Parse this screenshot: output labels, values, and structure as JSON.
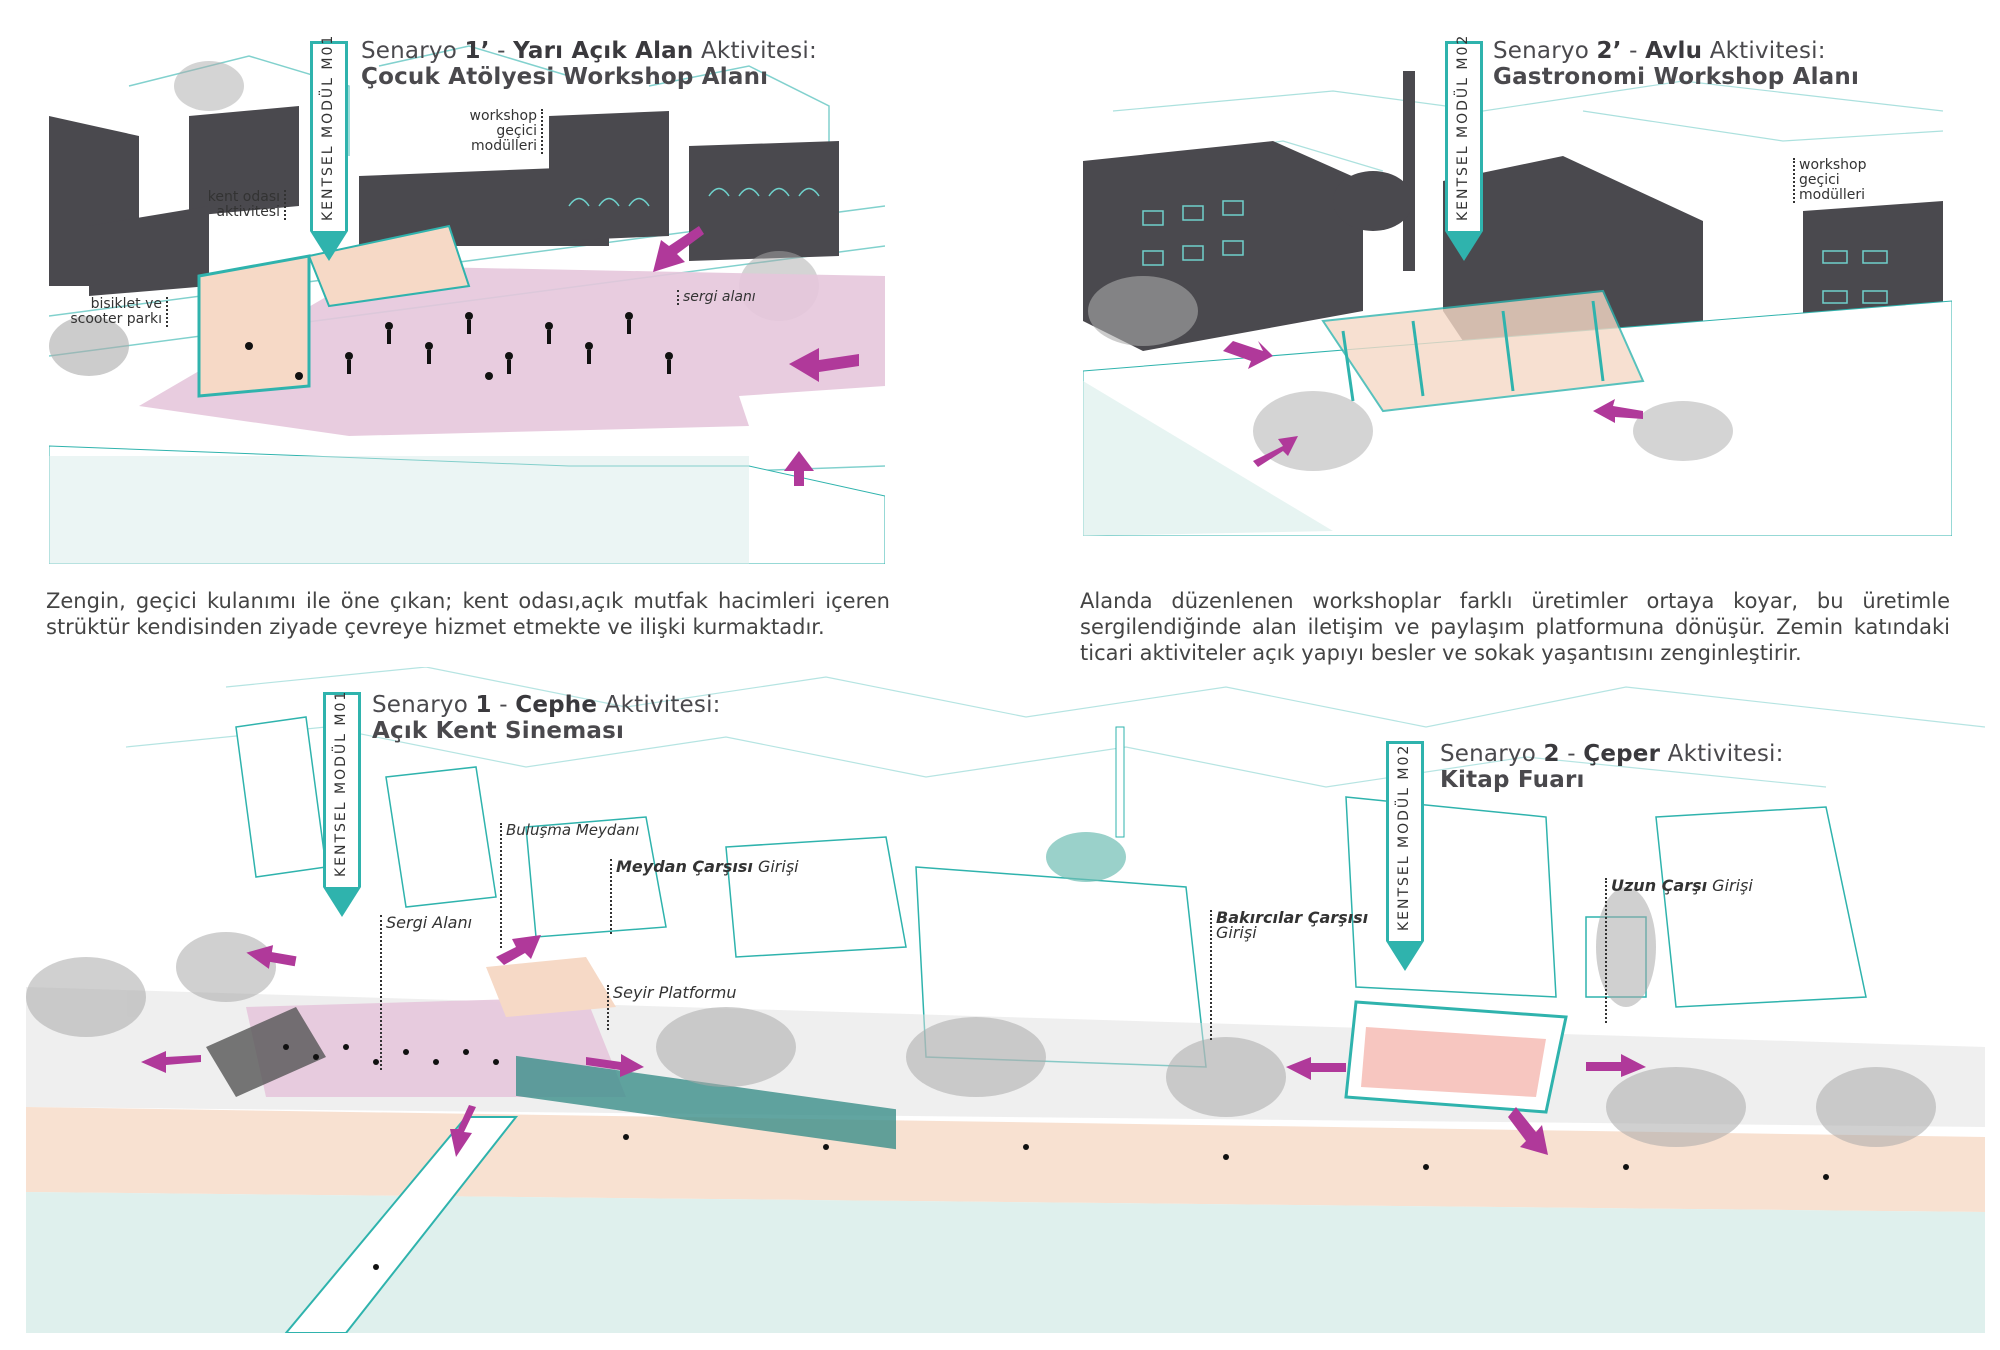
{
  "scenario_top_left": {
    "prefix": "Senaryo ",
    "number": "1’",
    "dash": " - ",
    "name": "Yarı Açık Alan",
    "suffix": " Aktivitesi:",
    "subtitle": "Çocuk Atölyesi Workshop Alanı",
    "module": "KENTSEL MODÜL M01",
    "labels": {
      "workshop": "workshop geçici modülleri",
      "kent_odasi": "kent odası aktivitesi",
      "bisiklet": "bisiklet ve scooter parkı",
      "sergi": "sergi alanı"
    },
    "description": "Zengin, geçici kulanımı ile öne çıkan; kent odası,açık mutfak hacimleri içeren strüktür kendisinden ziyade çevreye hizmet etmekte ve ilişki kurmaktadır."
  },
  "scenario_top_right": {
    "prefix": "Senaryo ",
    "number": "2’",
    "dash": " - ",
    "name": "Avlu",
    "suffix": " Aktivitesi:",
    "subtitle": "Gastronomi Workshop Alanı",
    "module": "KENTSEL MODÜL M02",
    "labels": {
      "workshop": "workshop geçici modülleri"
    },
    "description": "Alanda düzenlenen workshoplar farklı üretimler ortaya koyar, bu üretimle sergilendiğinde alan iletişim ve paylaşım platformuna dönüşür. Zemin katındaki ticari aktiviteler açık yapıyı besler ve sokak yaşantısını zenginleştirir."
  },
  "scenario_bottom_left": {
    "prefix": "Senaryo ",
    "number": "1",
    "dash": " - ",
    "name": "Cephe",
    "suffix": " Aktivitesi:",
    "subtitle": "Açık Kent Sineması",
    "module": "KENTSEL MODÜL M01",
    "labels": {
      "bulusma": "Buluşma Meydanı",
      "meydan_bold": "Meydan Çarşısı",
      "meydan_rest": " Girişi",
      "sergi": "Sergi Alanı",
      "seyir": "Seyir Platformu"
    }
  },
  "scenario_bottom_right": {
    "prefix": "Senaryo ",
    "number": "2",
    "dash": " - ",
    "name": "Çeper",
    "suffix": " Aktivitesi:",
    "subtitle": "Kitap Fuarı",
    "module": "KENTSEL MODÜL M02",
    "labels": {
      "bakircilar_bold": "Bakırcılar Çarşısı",
      "bakircilar_rest": "Girişi",
      "uzun_bold": "Uzun Çarşı",
      "uzun_rest": " Girişi"
    }
  },
  "colors": {
    "teal": "#2fb3ad",
    "dark_building": "#4a494e",
    "plaza_pink": "#e6c6dc",
    "arrow_magenta": "#b0399a",
    "sand": "#f6d9c6",
    "water": "#d7ece9"
  }
}
